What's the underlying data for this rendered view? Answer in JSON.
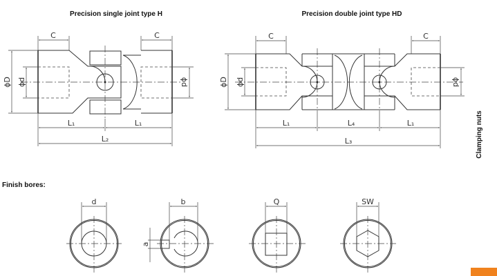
{
  "single": {
    "title": "Precision single joint type H",
    "labels": {
      "c": "C",
      "D": "ϕD",
      "d": "ϕd",
      "l1": "L₁",
      "l2": "L₂"
    }
  },
  "double": {
    "title": "Precision double joint type HD",
    "labels": {
      "c": "C",
      "D": "ϕD",
      "d": "ϕd",
      "l1": "L₁",
      "l4": "L₄",
      "l3": "L₃"
    }
  },
  "side_label": "Clamping nuts",
  "finish_bores": {
    "title": "Finish bores:",
    "labels": {
      "d": "d",
      "b": "b",
      "a": "a",
      "q": "Q",
      "sw": "SW"
    }
  },
  "colors": {
    "accent": "#f0821e"
  }
}
